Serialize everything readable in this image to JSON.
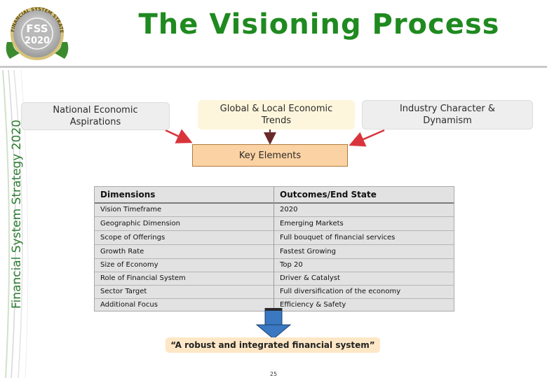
{
  "logo": {
    "arc_text": "FINANCIAL SYSTEM STRATEGY 2020",
    "line1": "FSS",
    "line2": "2020"
  },
  "title": "The Visioning Process",
  "sidebar": {
    "text": "Financial System Strategy 2020"
  },
  "inputs": {
    "national": "National Economic Aspirations",
    "global": "Global & Local Economic Trends",
    "industry": "Industry Character & Dynamism"
  },
  "key_elements": "Key Elements",
  "table": {
    "headers": [
      "Dimensions",
      "Outcomes/End State"
    ],
    "rows": [
      [
        "Vision Timeframe",
        "2020"
      ],
      [
        "Geographic Dimension",
        "Emerging Markets"
      ],
      [
        "Scope of Offerings",
        "Full bouquet of financial services"
      ],
      [
        "Growth Rate",
        "Fastest Growing"
      ],
      [
        "Size of Economy",
        "Top 20"
      ],
      [
        "Role of Financial System",
        "Driver & Catalyst"
      ],
      [
        "Sector Target",
        "Full diversification of the economy"
      ],
      [
        "Additional Focus",
        "Efficiency & Safety"
      ]
    ]
  },
  "result": "“A robust and integrated financial system”",
  "page_number": "25",
  "colors": {
    "title": "#1f8a1f",
    "arrow": "#d9343c",
    "key_box": "#fbd2a3",
    "down_arrow": "#3a78c2"
  }
}
